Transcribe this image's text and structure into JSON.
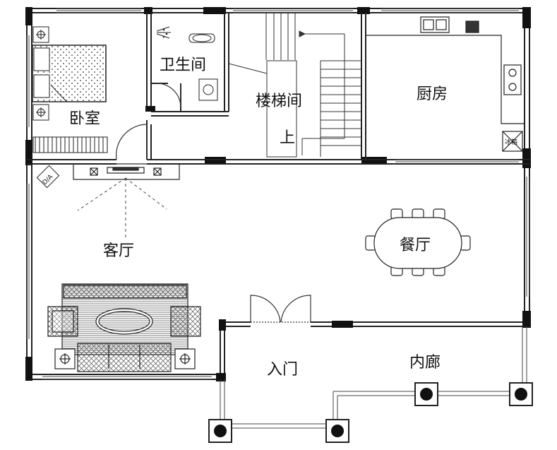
{
  "rooms": {
    "bedroom": "卧室",
    "bathroom": "卫生间",
    "stairwell": "楼梯间",
    "stair_up": "上",
    "kitchen": "厨房",
    "living_room": "客厅",
    "dining_room": "餐厅",
    "entrance": "入门",
    "corridor": "内廊"
  },
  "fixtures": {
    "ac_unit": "D/A",
    "appliance": "冰箱"
  },
  "colors": {
    "wall": "#111111",
    "line": "#222222",
    "hatch": "#666666"
  }
}
